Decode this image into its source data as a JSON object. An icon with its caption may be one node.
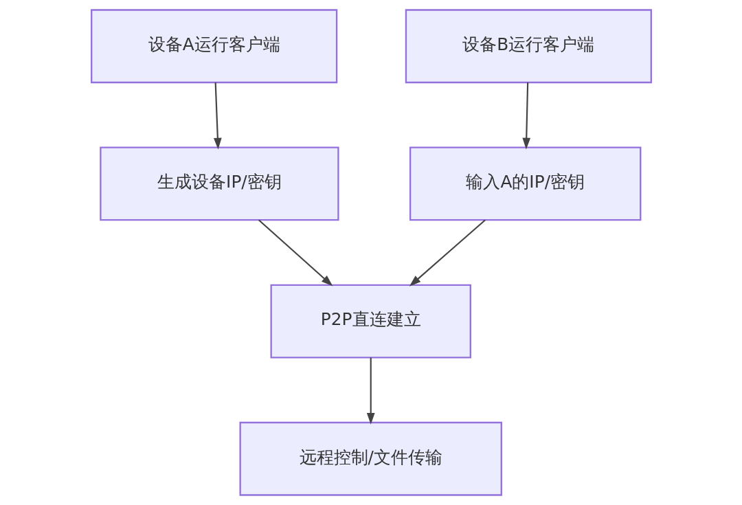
{
  "diagram": {
    "nodes": [
      {
        "text": [
          "设备A运行客户端"
        ]
      },
      {
        "text": [
          "设备B运行客户端"
        ]
      },
      {
        "text": [
          "生成设备IP/密钥"
        ]
      },
      {
        "text": [
          "输入A的IP/密钥"
        ]
      },
      {
        "text": [
          "P2P直连建立"
        ]
      },
      {
        "text": [
          "远程控制/文件传输"
        ]
      }
    ],
    "edges": [
      {
        "from": 0,
        "to": 2,
        "arrow": "to"
      },
      {
        "from": 1,
        "to": 3,
        "arrow": "to"
      },
      {
        "from": 2,
        "to": 4,
        "arrow": "to"
      },
      {
        "from": 3,
        "to": 4,
        "arrow": "to"
      },
      {
        "from": 4,
        "to": 5,
        "arrow": "to"
      }
    ]
  }
}
